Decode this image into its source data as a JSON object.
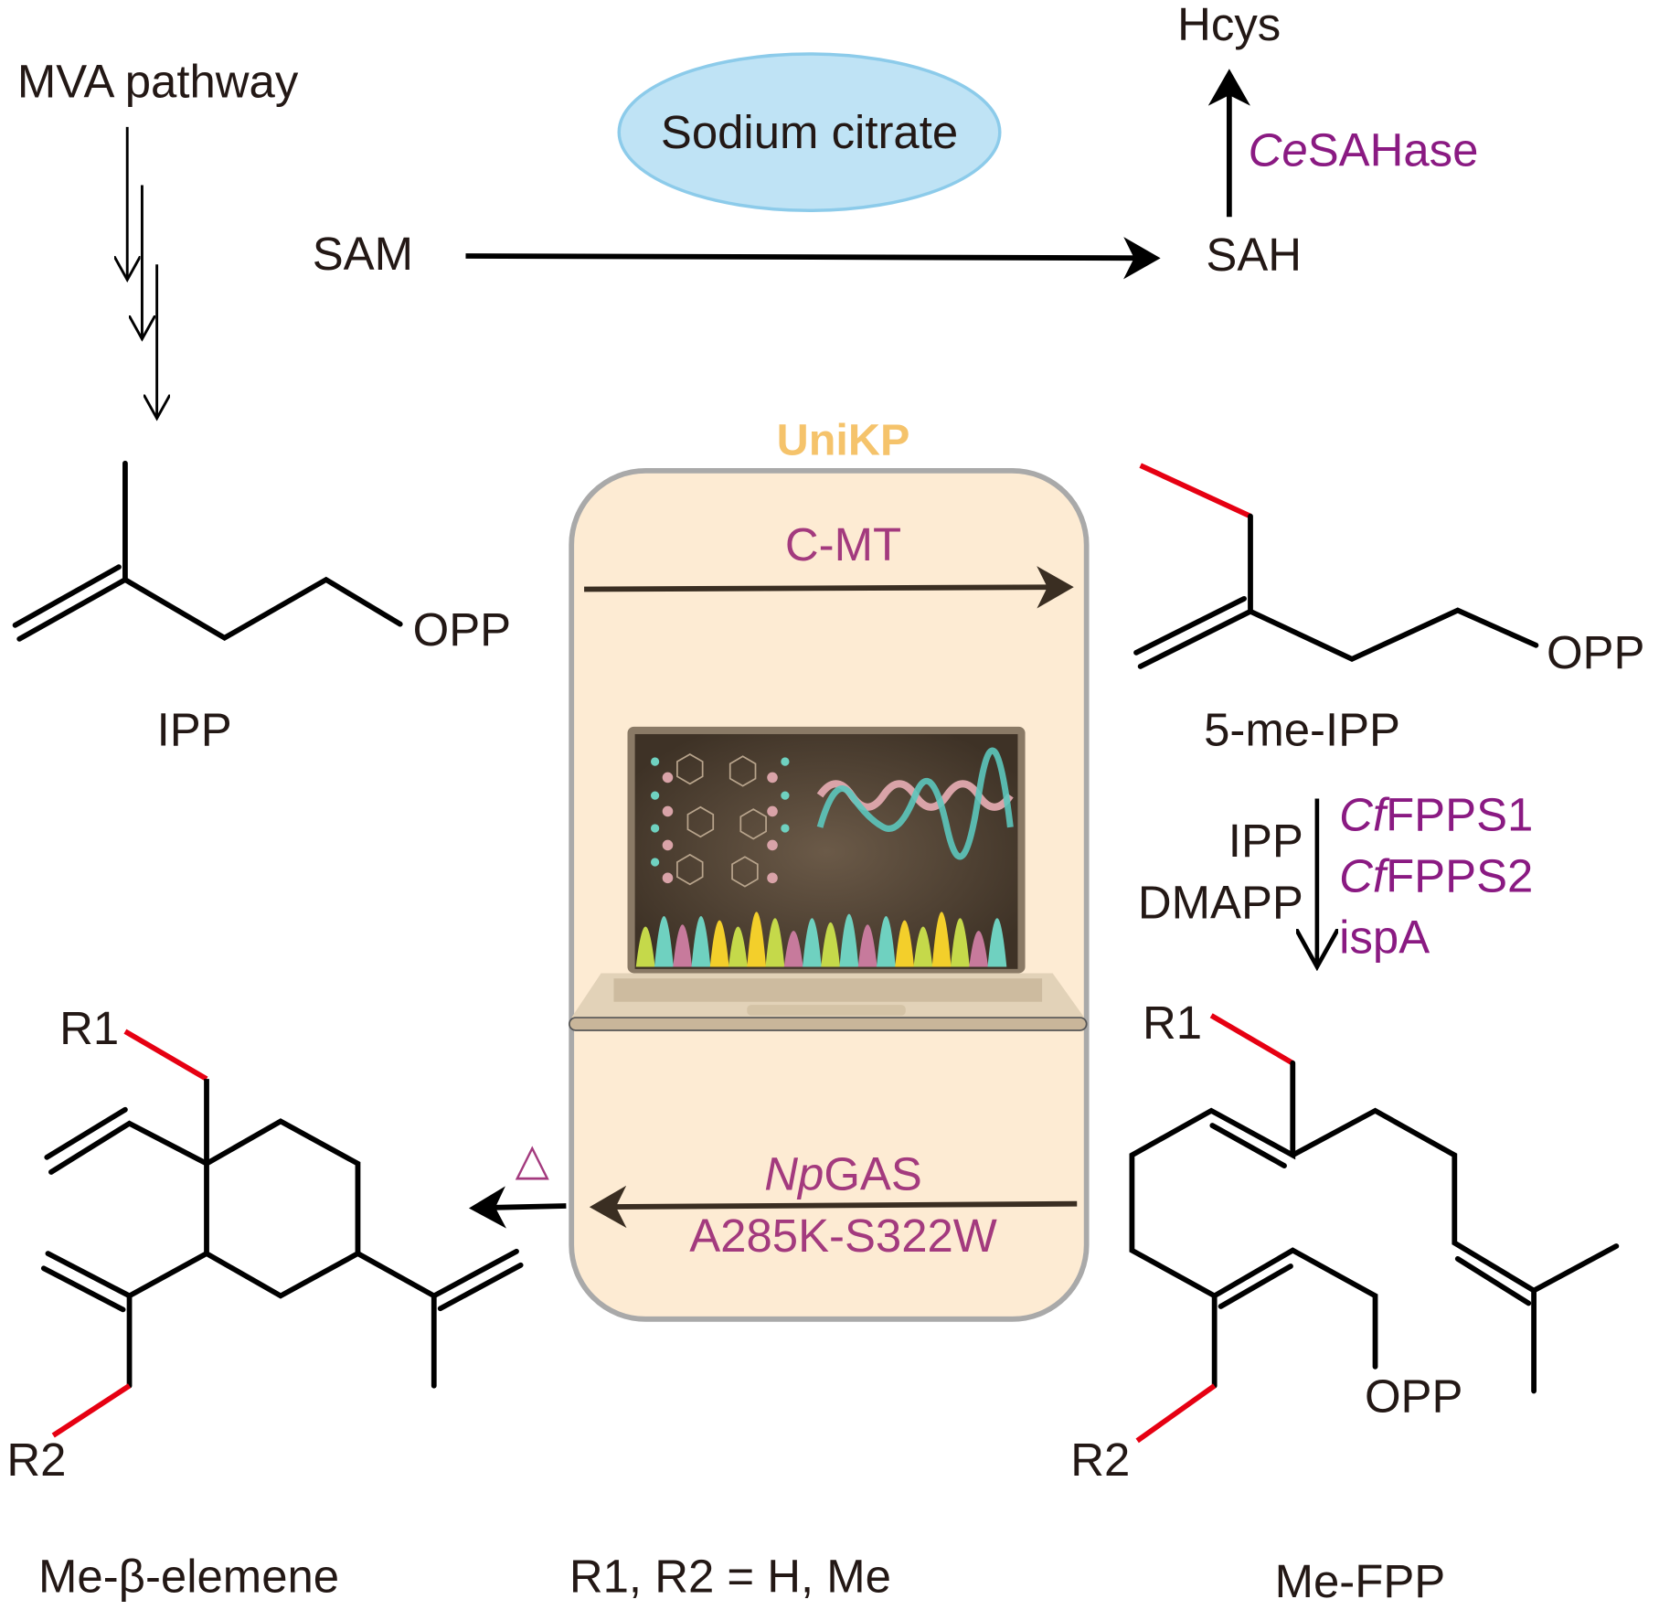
{
  "mva": {
    "label": "MVA pathway"
  },
  "cofactor": {
    "label": "Sodium citrate",
    "fill": "#bfe3f5"
  },
  "sam": {
    "label": "SAM"
  },
  "sah": {
    "label": "SAH"
  },
  "hcys": {
    "label": "Hcys"
  },
  "sahase": {
    "italic": "Ce",
    "rest": "SAHase"
  },
  "ipp": {
    "label": "IPP",
    "opp": "OPP"
  },
  "me_ipp": {
    "label": "5-me-IPP",
    "opp": "OPP"
  },
  "unikp": {
    "title": "UniKP",
    "title_color": "#f5c36b",
    "box_fill": "#fdebd3",
    "cmt": "C-MT",
    "gas_italic": "Np",
    "gas_rest": "GAS",
    "gas_mutant": "A285K-S322W"
  },
  "fpps": {
    "substrates": [
      "IPP",
      "DMAPP"
    ],
    "enzymes": [
      {
        "italic": "Cf",
        "rest": "FPPS1"
      },
      {
        "italic": "Cf",
        "rest": "FPPS2"
      },
      {
        "italic": "",
        "rest": "ispA"
      }
    ]
  },
  "me_fpp": {
    "label": "Me-FPP",
    "r1": "R1",
    "r2": "R2",
    "opp": "OPP"
  },
  "elemene": {
    "label": "Me-β-elemene",
    "r1": "R1",
    "r2": "R2",
    "heat": "△"
  },
  "legend": {
    "r_groups": "R1, R2 = H, Me"
  },
  "colors": {
    "methyl_highlight": "#e60012",
    "enzyme": "#8a1a82"
  }
}
